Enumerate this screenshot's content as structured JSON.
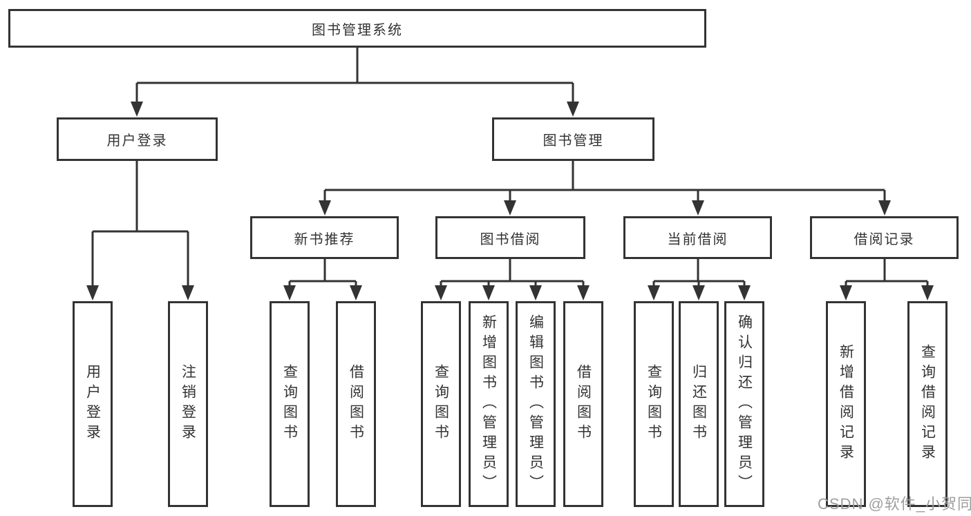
{
  "nodes": {
    "root": "图书管理系统",
    "level2": [
      "用户登录",
      "图书管理"
    ],
    "level3": [
      "新书推荐",
      "图书借阅",
      "当前借阅",
      "借阅记录"
    ],
    "leaves": [
      "用户登录",
      "注销登录",
      "查询图书",
      "借阅图书",
      "查询图书",
      "新增图书（管理员）",
      "编辑图书（管理员）",
      "借阅图书",
      "查询图书",
      "归还图书",
      "确认归还（管理员）",
      "新增借阅记录",
      "查询借阅记录"
    ]
  },
  "watermark": "CSDN @软件_小贺同学",
  "colors": {
    "line": "#333333",
    "text": "#333333",
    "background": "#ffffff",
    "watermark": "#9e9e9e"
  }
}
